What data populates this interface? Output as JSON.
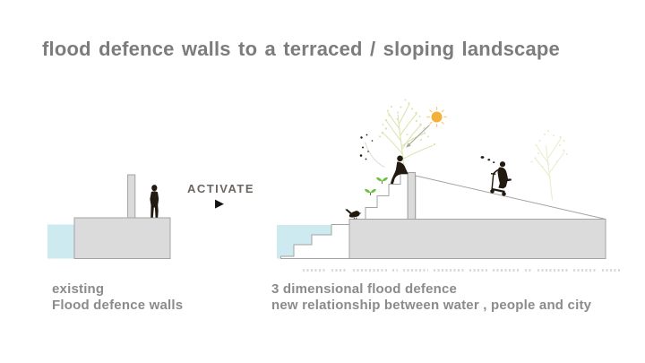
{
  "slide": {
    "title": "flood defence walls to a terraced / sloping landscape",
    "transition": {
      "label": "ACTIVATE",
      "arrow_icon": "▶"
    },
    "left_figure": {
      "label_line1": "existing",
      "label_line2": "Flood defence walls"
    },
    "right_figure": {
      "label_line1": "3 dimensional flood defence",
      "label_line2": "new relationship between water , people and city"
    }
  },
  "colors": {
    "title_text": "#7c7c7c",
    "caption_text": "#8b8b8b",
    "activate_text": "#6b6661",
    "activate_arrow": "#141414",
    "water": "#cdeaf1",
    "concrete": "#dbdbdb",
    "outline": "#a3a3a3",
    "silhouette": "#221a10",
    "sun": "#f1b13a",
    "sun_rays": "#f6cf7d",
    "sprout_leaf": "#6cbf3f",
    "sprout_stem": "#4e8f35",
    "tree_left": "#dce2ad",
    "tree_right": "#e4e9c6",
    "arrow_line": "#a8a39b",
    "flight_path": "#c6c1b8"
  }
}
